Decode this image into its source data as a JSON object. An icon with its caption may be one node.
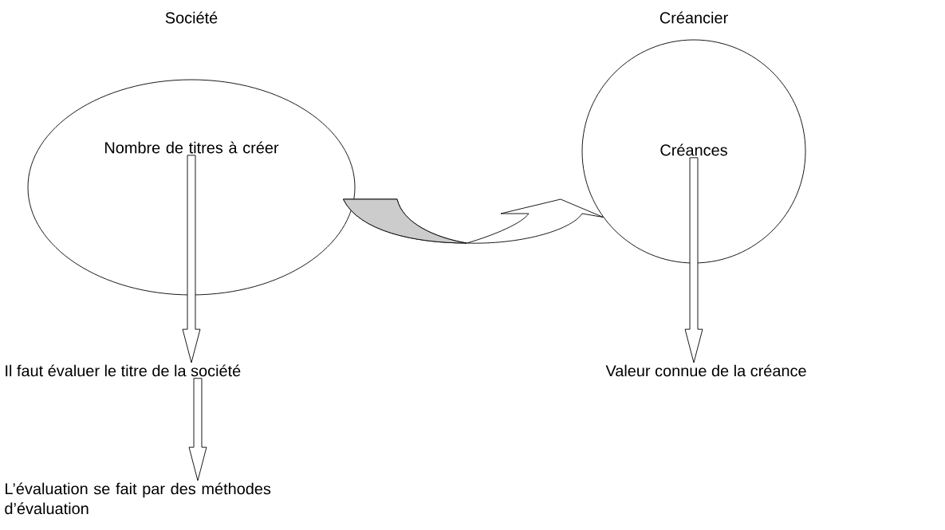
{
  "diagram": {
    "nodes": [
      {
        "text": [
          "Société",
          "Nombre de titres à créer"
        ]
      },
      {
        "text": [
          "Créancier",
          "Créances"
        ]
      },
      {
        "text": [
          "Il faut évaluer le titre de la société"
        ]
      },
      {
        "text": [
          "L’évaluation se fait par des méthodes d’évaluation"
        ]
      },
      {
        "text": [
          "Valeur connue de la créance"
        ]
      }
    ],
    "edges": [
      {
        "from": 0,
        "to": 2,
        "arrow": "to"
      },
      {
        "from": 2,
        "to": 3,
        "arrow": "to"
      },
      {
        "from": 1,
        "to": 4,
        "arrow": "to"
      },
      {
        "from": 0,
        "to": 1,
        "arrow": "to"
      }
    ]
  }
}
